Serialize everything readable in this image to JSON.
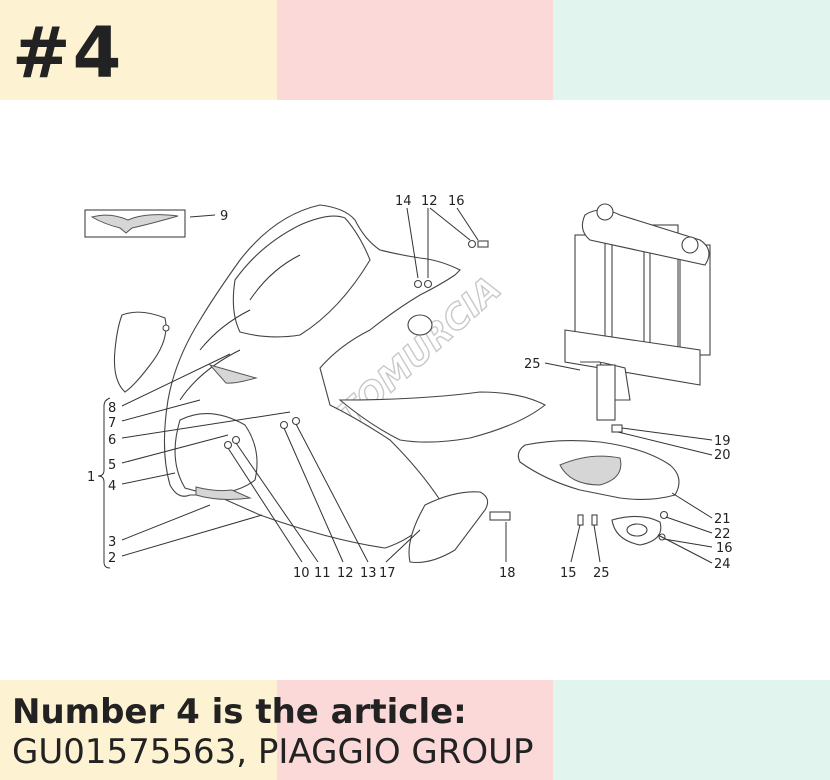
{
  "header": {
    "number": "#4"
  },
  "watermark": "MOTOMURCIA",
  "callouts": [
    "9",
    "14",
    "12",
    "16",
    "25",
    "8",
    "7",
    "6",
    "5",
    "4",
    "1",
    "3",
    "2",
    "10",
    "11",
    "12",
    "13",
    "17",
    "18",
    "19",
    "20",
    "21",
    "22",
    "16",
    "24",
    "15",
    "25"
  ],
  "footer": {
    "title": "Number 4 is the article:",
    "subtitle": "GU01575563, PIAGGIO GROUP"
  },
  "colors": {
    "band_left": "#fdf3d2",
    "band_mid": "#fbd9d8",
    "band_right": "#e2f4ee",
    "text": "#222222"
  }
}
